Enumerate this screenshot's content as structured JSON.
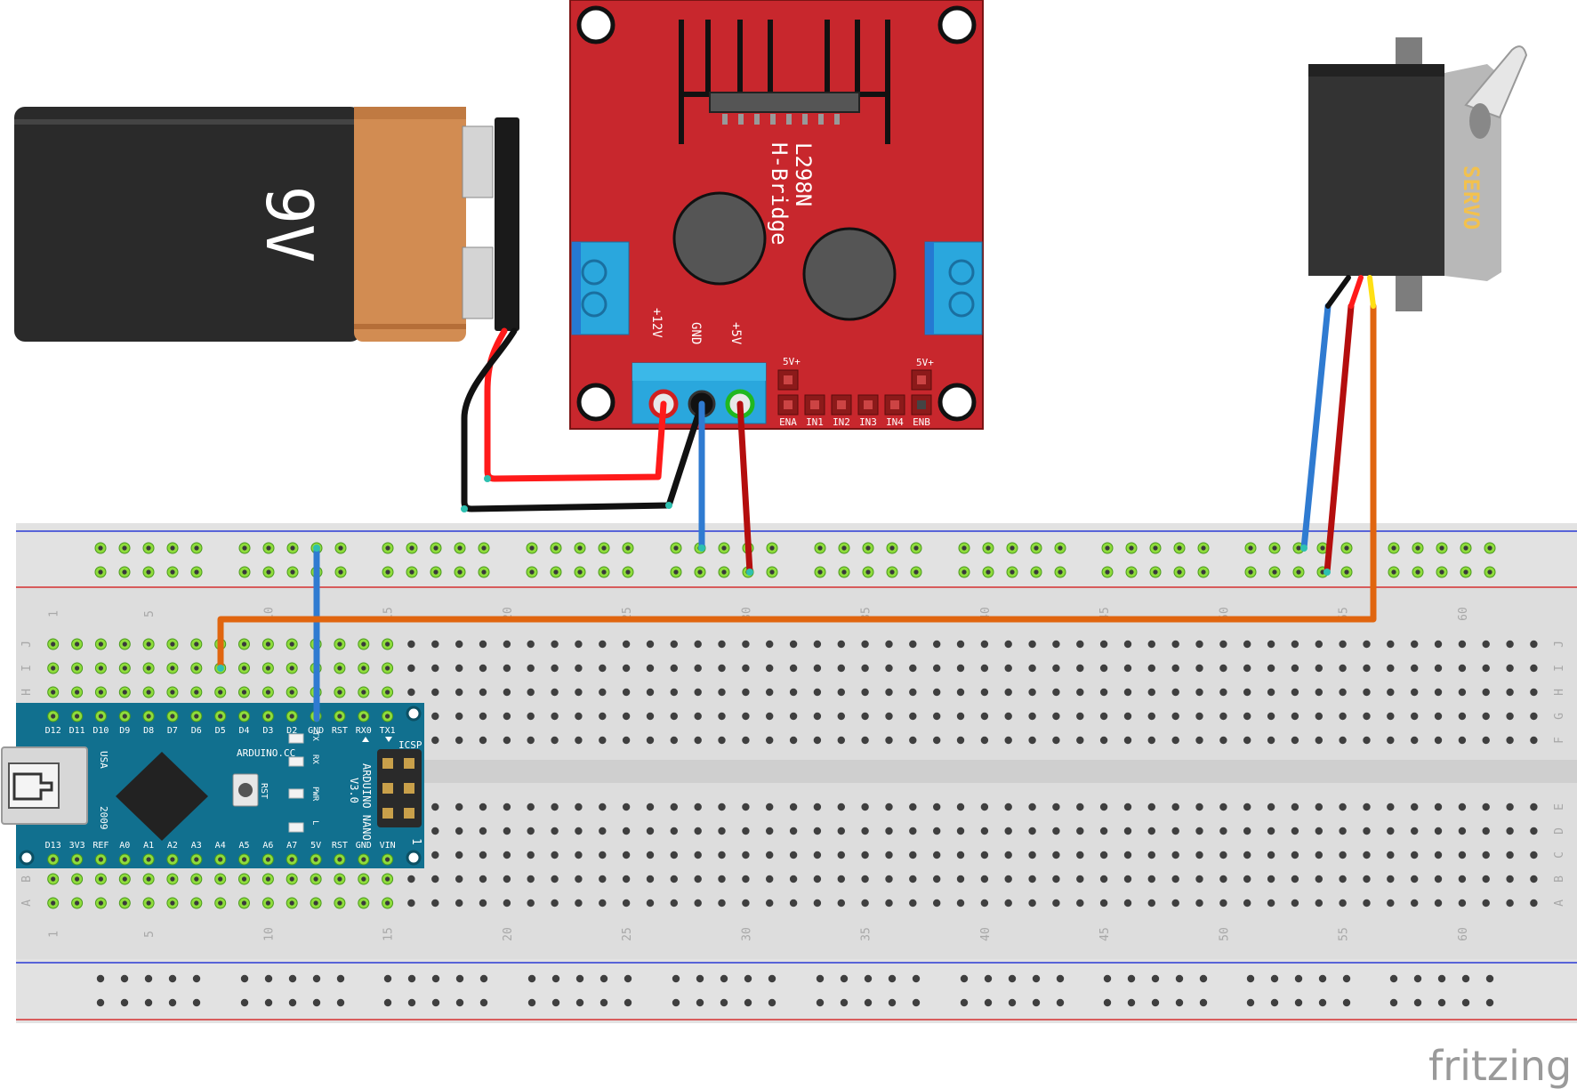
{
  "battery": {
    "label": "9V",
    "body_color": "#2a2a2a",
    "cap_color": "#d28c52"
  },
  "hbridge": {
    "title": "L298N",
    "subtitle": "H-Bridge",
    "pin_labels": [
      "+12V",
      "GND",
      "+5V"
    ],
    "header_top_labels": [
      "5V+",
      "5V+"
    ],
    "header_bottom_labels": [
      "ENA",
      "IN1",
      "IN2",
      "IN3",
      "IN4",
      "ENB"
    ],
    "board_color": "#c8272d",
    "terminal_color": "#2aa7dd"
  },
  "servo": {
    "label": "SERVO",
    "body_color": "#333333",
    "horn_color": "#b8b8b8",
    "label_color": "#f2c14e"
  },
  "breadboard": {
    "column_numbers": [
      "1",
      "5",
      "10",
      "15",
      "20",
      "25",
      "30",
      "35",
      "40",
      "45",
      "50",
      "55",
      "60"
    ],
    "row_letters_top": [
      "J",
      "I",
      "H",
      "G",
      "F"
    ],
    "row_letters_bottom": [
      "E",
      "D",
      "C",
      "B",
      "A"
    ],
    "rail_red": "#d43030",
    "rail_blue": "#2b3bd4"
  },
  "arduino": {
    "board_name": "ARDUINO NANO",
    "version": "V3.0",
    "vendor": "ARDUINO.CC",
    "origin": "USA",
    "year": "2009",
    "rst_label": "RST",
    "icsp_label": "ICSP",
    "icsp_pin1": "1",
    "led_labels": [
      "TX",
      "RX",
      "PWR",
      "L"
    ],
    "top_pins": [
      "D12",
      "D11",
      "D10",
      "D9",
      "D8",
      "D7",
      "D6",
      "D5",
      "D4",
      "D3",
      "D2",
      "GND",
      "RST",
      "RX0",
      "TX1"
    ],
    "bottom_pins": [
      "D13",
      "3V3",
      "REF",
      "A0",
      "A1",
      "A2",
      "A3",
      "A4",
      "A5",
      "A6",
      "A7",
      "5V",
      "RST",
      "GND",
      "VIN"
    ],
    "board_color": "#11708f"
  },
  "wire_colors": {
    "red": "#ff1a1a",
    "black": "#111111",
    "blue": "#2f7bd1",
    "darkred": "#b40e0e",
    "orange": "#e0650f"
  },
  "watermark": "fritzing"
}
